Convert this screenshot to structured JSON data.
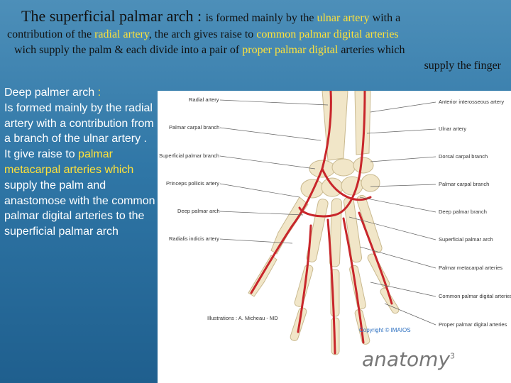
{
  "title": {
    "heading": "The superficial palmar arch",
    "colon": " : ",
    "t1": "is formed  mainly by the ",
    "h_ulnar": "ulnar artery",
    "t2": " with a",
    "t3": "contribution of  the ",
    "h_radial": "radial artery",
    "t4": ", the arch  gives raise to ",
    "h_common": "common palmar digital arteries",
    "t5": " wich supply the palm  & each divide into a pair of ",
    "h_proper": "proper palmar digital",
    "t6": " arteries  which",
    "t7": "supply the finger"
  },
  "deep": {
    "heading": "Deep palmer arch",
    "colon": " :",
    "t1": "Is formed mainly by the radial artery with a contribution from a branch of the ulnar artery . It give raise to ",
    "h1": "palmar metacarpal arteries which",
    "t2": " supply the palm and anastomose with the common palmar digital arteries to the superficial palmar arch"
  },
  "figure": {
    "left_labels": [
      "Radial artery",
      "Palmar carpal branch",
      "Superficial palmar branch",
      "Princeps pollicis artery",
      "Deep palmar arch",
      "Radialis indicis artery"
    ],
    "right_labels": [
      "Anterior interosseous artery",
      "Ulnar artery",
      "Dorsal carpal branch",
      "Palmar carpal branch",
      "Deep palmar branch",
      "Superficial palmar arch",
      "Palmar metacarpal arteries",
      "Common palmar digital arteries",
      "Proper palmar digital arteries"
    ],
    "credit": "Illustrations : A. Micheau - MD",
    "copyright": "Copyright © IMAIOS",
    "logo_text": "anatomy",
    "logo_sup": "3"
  }
}
